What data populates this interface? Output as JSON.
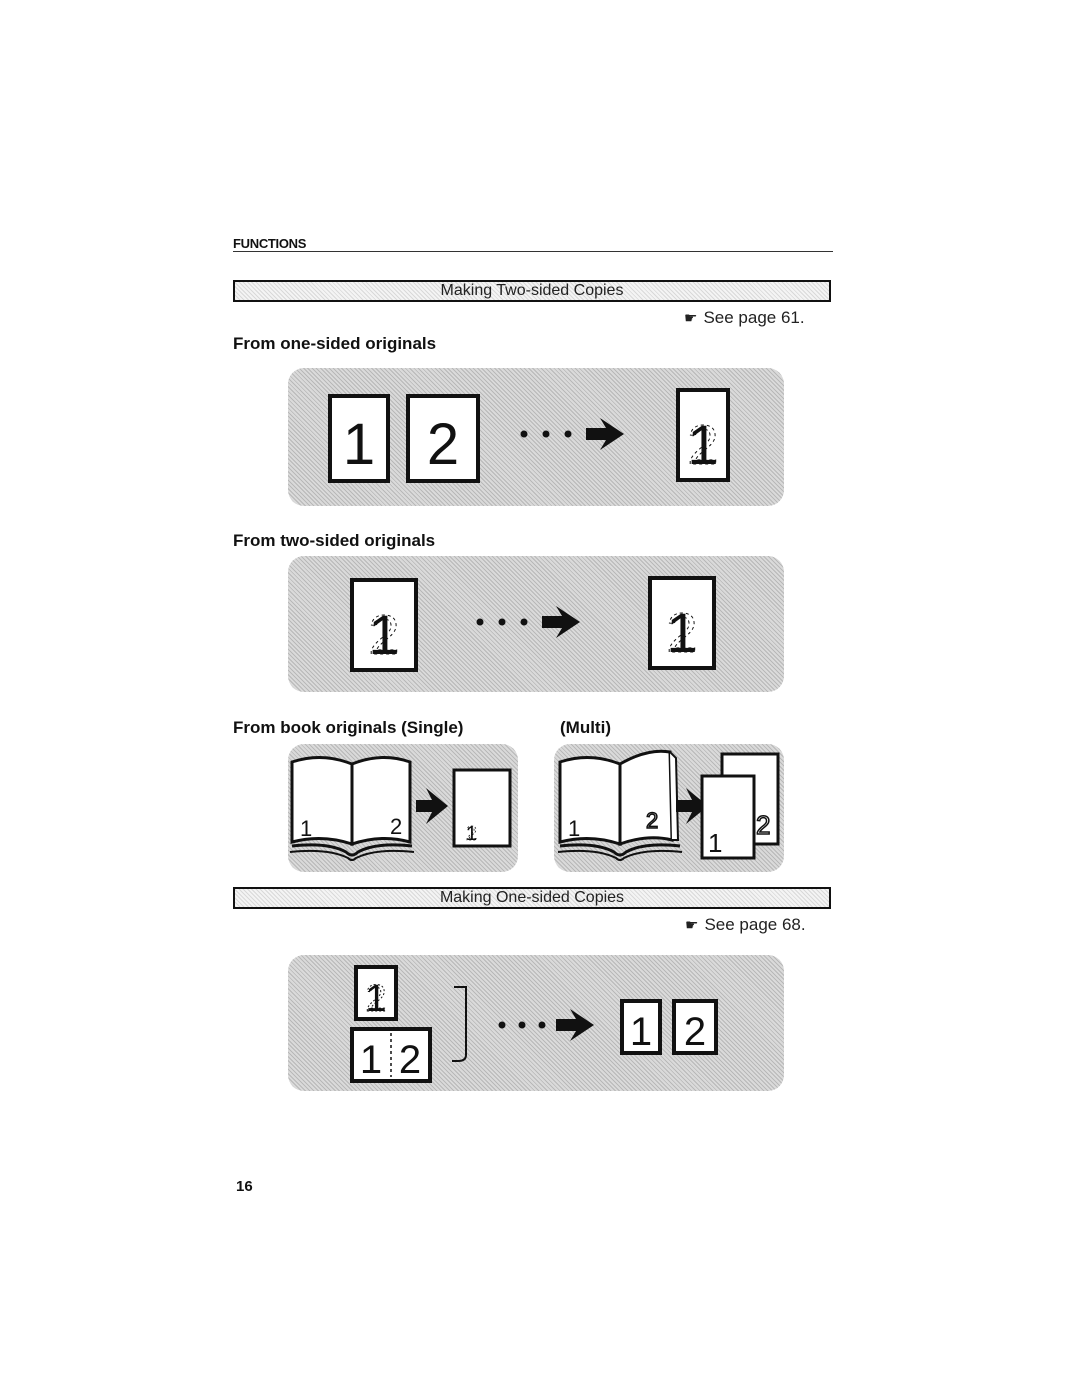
{
  "header": {
    "section": "FUNCTIONS"
  },
  "two_sided": {
    "title": "Making Two-sided Copies",
    "see_page": "See page 61.",
    "from_one_sided": "From one-sided originals",
    "from_two_sided": "From two-sided originals",
    "from_book_single": "From book originals (Single)",
    "from_book_multi": "(Multi)"
  },
  "one_sided": {
    "title": "Making One-sided Copies",
    "see_page": "See page 68."
  },
  "page_number": "16",
  "icons": [
    "pointing-hand-icon",
    "arrow-right-icon",
    "open-book-icon",
    "page-icon"
  ]
}
